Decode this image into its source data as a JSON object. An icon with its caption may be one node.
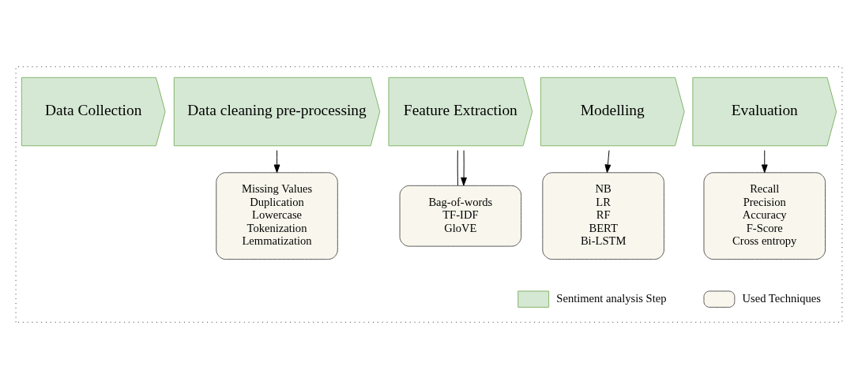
{
  "diagram": {
    "nodes": [
      {
        "text": [],
        "shape": "box"
      },
      {
        "text": [
          "Data Collection"
        ],
        "in": 0
      },
      {
        "text": [
          "Data cleaning pre-processing"
        ],
        "in": 0
      },
      {
        "text": [
          "Feature Extraction"
        ],
        "in": 0
      },
      {
        "text": [
          "Modelling"
        ],
        "in": 0
      },
      {
        "text": [
          "Evaluation"
        ],
        "in": 0
      },
      {
        "text": [
          "Missing Values",
          "Duplication",
          "Lowercase",
          "Tokenization",
          "Lemmatization"
        ],
        "in": 0
      },
      {
        "text": [
          "Bag-of-words",
          "TF-IDF",
          "GloVE"
        ],
        "in": 0
      },
      {
        "text": [
          "NB",
          "LR",
          "RF",
          "BERT",
          "Bi-LSTM"
        ],
        "in": 0
      },
      {
        "text": [
          "Recall",
          "Precision",
          "Accuracy",
          "F-Score",
          "Cross entropy"
        ],
        "in": 0
      }
    ],
    "edges": [
      {
        "from": 2,
        "to": 6,
        "arrow": "to"
      },
      {
        "from": 3,
        "to": 7,
        "arrow": "none"
      },
      {
        "from": 3,
        "to": 7,
        "arrow": "to"
      },
      {
        "from": 4,
        "to": 8,
        "arrow": "to"
      },
      {
        "from": 5,
        "to": 9,
        "arrow": "to"
      }
    ],
    "legend": [
      {
        "text": "Sentiment analysis Step"
      },
      {
        "text": "Used Techniques"
      }
    ]
  }
}
